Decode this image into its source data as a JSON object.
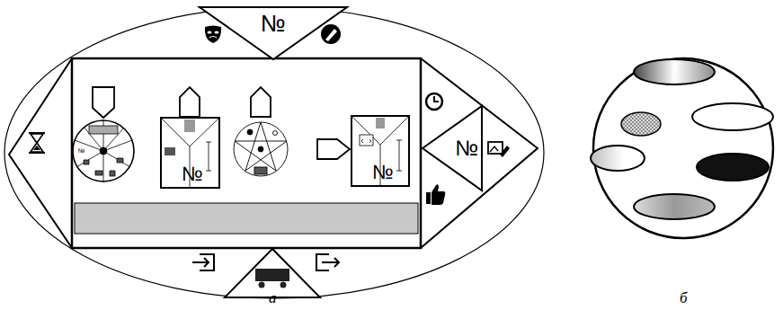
{
  "diagram": {
    "nodes": [
      {
        "text": [
          "№"
        ]
      },
      {
        "text": [
          "№"
        ]
      },
      {
        "text": [
          "№"
        ]
      },
      {
        "text": [
          "№"
        ]
      },
      {
        "text": [
          "№"
        ]
      }
    ],
    "labels": [
      "а",
      "б"
    ]
  }
}
